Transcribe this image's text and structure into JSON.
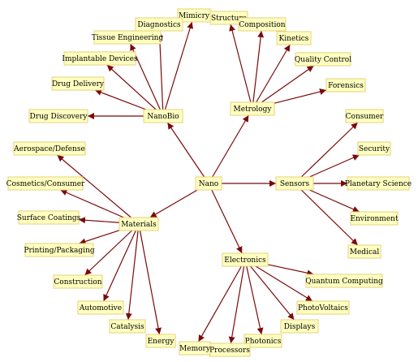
{
  "graph": {
    "center": "Nano",
    "hubs": [
      "NanoBio",
      "Metrology",
      "Sensors",
      "Electronics",
      "Materials"
    ],
    "nodes": [
      {
        "id": "nano",
        "label": "Nano"
      },
      {
        "id": "nanobio",
        "label": "NanoBio"
      },
      {
        "id": "metrology",
        "label": "Metrology"
      },
      {
        "id": "sensors",
        "label": "Sensors"
      },
      {
        "id": "electronics",
        "label": "Electronics"
      },
      {
        "id": "materials",
        "label": "Materials"
      },
      {
        "id": "mimicry",
        "label": "Mimicry"
      },
      {
        "id": "diagnostics",
        "label": "Diagnostics"
      },
      {
        "id": "tissue",
        "label": "Tissue Engineering"
      },
      {
        "id": "implantable",
        "label": "Implantable Devices"
      },
      {
        "id": "drugdelivery",
        "label": "Drug Delivery"
      },
      {
        "id": "drugdiscovery",
        "label": "Drug Discovery"
      },
      {
        "id": "structure",
        "label": "Structure"
      },
      {
        "id": "composition",
        "label": "Composition"
      },
      {
        "id": "kinetics",
        "label": "Kinetics"
      },
      {
        "id": "quality",
        "label": "Quality Control"
      },
      {
        "id": "forensics",
        "label": "Forensics"
      },
      {
        "id": "consumer",
        "label": "Consumer"
      },
      {
        "id": "security",
        "label": "Security"
      },
      {
        "id": "planetary",
        "label": "Planetary Science"
      },
      {
        "id": "environment",
        "label": "Environment"
      },
      {
        "id": "medical",
        "label": "Medical"
      },
      {
        "id": "quantum",
        "label": "Quantum Computing"
      },
      {
        "id": "photovoltaics",
        "label": "PhotoVoltaics"
      },
      {
        "id": "displays",
        "label": "Displays"
      },
      {
        "id": "photonics",
        "label": "Photonics"
      },
      {
        "id": "processors",
        "label": "Processors"
      },
      {
        "id": "memory",
        "label": "Memory"
      },
      {
        "id": "aerospace",
        "label": "Aerospace/Defense"
      },
      {
        "id": "cosmetics",
        "label": "Cosmetics/Consumer"
      },
      {
        "id": "coatings",
        "label": "Surface Coatings"
      },
      {
        "id": "printing",
        "label": "Printing/Packaging"
      },
      {
        "id": "construction",
        "label": "Construction"
      },
      {
        "id": "automotive",
        "label": "Automotive"
      },
      {
        "id": "catalysis",
        "label": "Catalysis"
      },
      {
        "id": "energy",
        "label": "Energy"
      }
    ],
    "edges": [
      [
        "nano",
        "nanobio"
      ],
      [
        "nano",
        "metrology"
      ],
      [
        "nano",
        "sensors"
      ],
      [
        "nano",
        "electronics"
      ],
      [
        "nano",
        "materials"
      ],
      [
        "nanobio",
        "mimicry"
      ],
      [
        "nanobio",
        "diagnostics"
      ],
      [
        "nanobio",
        "tissue"
      ],
      [
        "nanobio",
        "implantable"
      ],
      [
        "nanobio",
        "drugdelivery"
      ],
      [
        "nanobio",
        "drugdiscovery"
      ],
      [
        "metrology",
        "structure"
      ],
      [
        "metrology",
        "composition"
      ],
      [
        "metrology",
        "kinetics"
      ],
      [
        "metrology",
        "quality"
      ],
      [
        "metrology",
        "forensics"
      ],
      [
        "sensors",
        "consumer"
      ],
      [
        "sensors",
        "security"
      ],
      [
        "sensors",
        "planetary"
      ],
      [
        "sensors",
        "environment"
      ],
      [
        "sensors",
        "medical"
      ],
      [
        "electronics",
        "quantum"
      ],
      [
        "electronics",
        "photovoltaics"
      ],
      [
        "electronics",
        "displays"
      ],
      [
        "electronics",
        "photonics"
      ],
      [
        "electronics",
        "processors"
      ],
      [
        "electronics",
        "memory"
      ],
      [
        "materials",
        "aerospace"
      ],
      [
        "materials",
        "cosmetics"
      ],
      [
        "materials",
        "coatings"
      ],
      [
        "materials",
        "printing"
      ],
      [
        "materials",
        "construction"
      ],
      [
        "materials",
        "automotive"
      ],
      [
        "materials",
        "catalysis"
      ],
      [
        "materials",
        "energy"
      ]
    ],
    "colors": {
      "node_fill": "#ffffc0",
      "node_border": "#e6d27a",
      "edge": "#7a0a0a"
    }
  }
}
